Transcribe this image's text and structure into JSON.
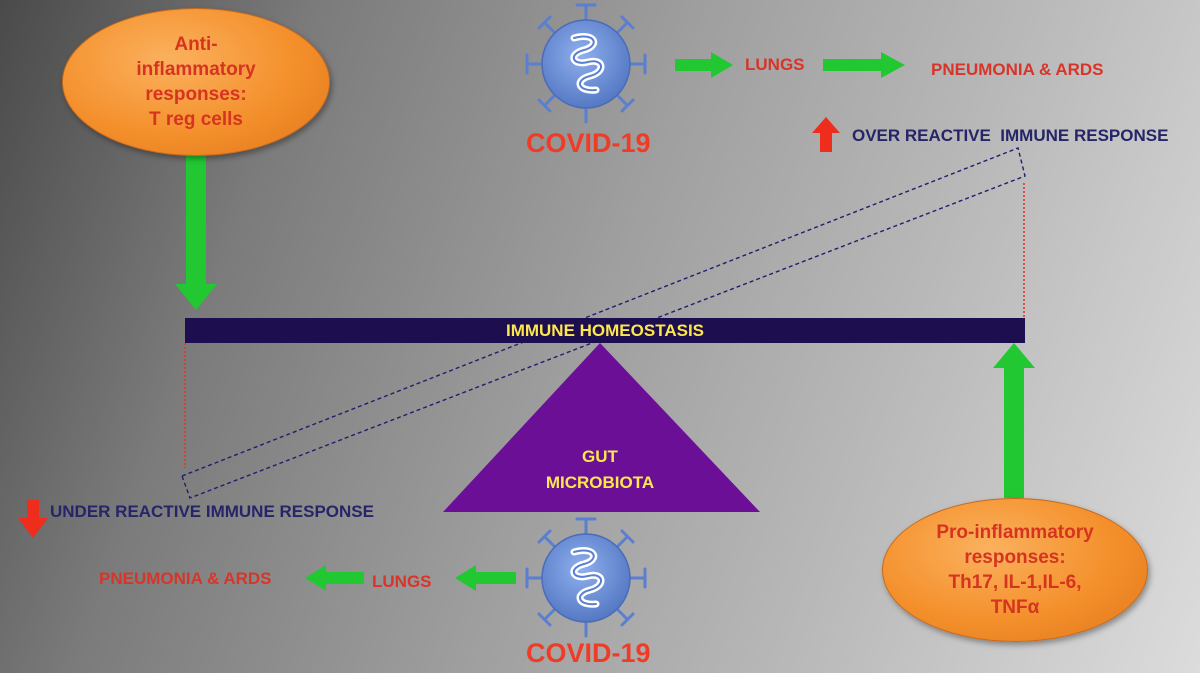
{
  "anti_inflammatory": {
    "text": "Anti-\ninflammatory\nresponses:\nT reg cells"
  },
  "pro_inflammatory": {
    "text": "Pro-inflammatory\nresponses:\nTh17, IL-1,IL-6,\nTNFα"
  },
  "top_flow": {
    "virus_label": "COVID-19",
    "lungs_label": "LUNGS",
    "outcome_label": "PNEUMONIA & ARDS"
  },
  "bottom_flow": {
    "virus_label": "COVID-19",
    "lungs_label": "LUNGS",
    "outcome_label": "PNEUMONIA & ARDS"
  },
  "over_reactive_label": "OVER REACTIVE  IMMUNE RESPONSE",
  "under_reactive_label": "UNDER REACTIVE IMMUNE RESPONSE",
  "beam_label": "IMMUNE HOMEOSTASIS",
  "fulcrum_label": "GUT\nMICROBIOTA",
  "colors": {
    "beam": "#1c0e4f",
    "fulcrum": "#6c0f97",
    "arrow_green": "#21c832",
    "arrow_red": "#ee2d1c",
    "ellipse_orange": "#f4902c",
    "virus_blue": "#6b8fd8"
  }
}
